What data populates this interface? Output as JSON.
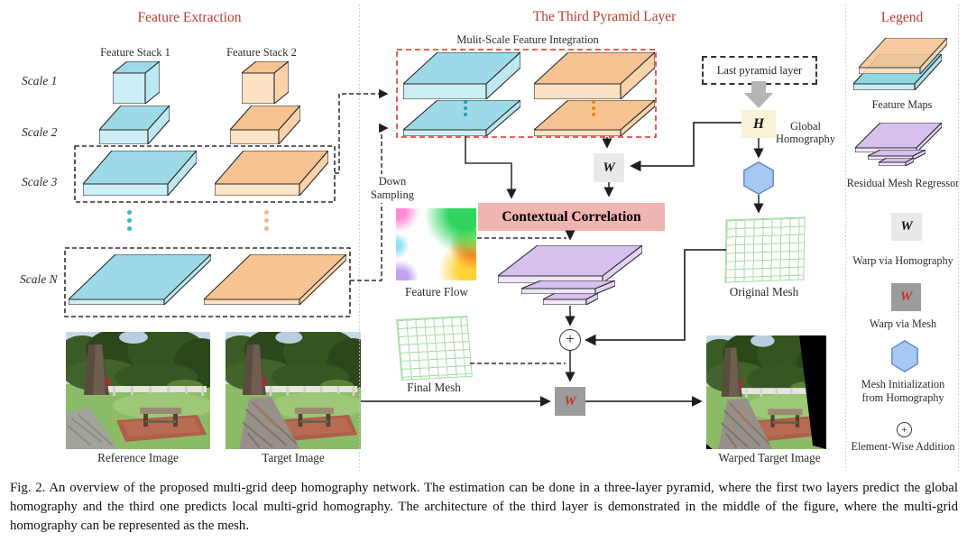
{
  "colors": {
    "accent_red": "#bd3b2a",
    "red_dashed_box": "#e74c3c",
    "correlation_pink": "#efb5b1",
    "h_box_cream": "#fbf3d8",
    "warp_light_gray": "#e9e9e9",
    "warp_dark_gray": "#9c9c9c",
    "warp_mesh_w_red": "#c8331f",
    "hexagon_blue": "#a6c8f1",
    "mesh_green": "#a5dba5",
    "slabs": {
      "blue": {
        "top": "#9ed9e7",
        "front": "#cdeef5",
        "side": "#bde8f1"
      },
      "orange": {
        "top": "#f8c392",
        "front": "#fde3c6",
        "side": "#fbd3aa"
      },
      "purple": {
        "top": "#d5c0ee",
        "front": "#efe6fa",
        "side": "#e2d3f4"
      },
      "cyan": {
        "top": "#8ed8e2",
        "front": "#c8eef2",
        "side": "#ade4ea"
      }
    },
    "dot_teal": "#2a9cb0",
    "dot_orange": "#f0821e"
  },
  "symbols": {
    "warp": "W",
    "homography": "H",
    "plus": "+"
  },
  "feature_extraction": {
    "title": "Feature Extraction",
    "stack1": "Feature Stack 1",
    "stack2": "Feature Stack 2",
    "scales": [
      "Scale 1",
      "Scale 2",
      "Scale 3",
      "Scale N"
    ],
    "reference_label": "Reference Image",
    "target_label": "Target Image"
  },
  "pyramid": {
    "title": "The Third Pyramid Layer",
    "integration": "Mulit-Scale Feature Integration",
    "downsampling": [
      "Down",
      "Sampling"
    ],
    "last_pyramid": "Last pyramid layer",
    "global_homography": [
      "Global",
      "Homography"
    ],
    "correlation": "Contextual Correlation",
    "feature_flow": "Feature Flow",
    "final_mesh": "Final Mesh",
    "original_mesh": "Original Mesh",
    "warped_label": "Warped Target Image"
  },
  "legend": {
    "title": "Legend",
    "feature_maps": "Feature Maps",
    "regressor": "Residual Mesh Regressor",
    "warp_homography": "Warp via Homography",
    "warp_mesh": "Warp via Mesh",
    "mesh_init": [
      "Mesh Initialization",
      "from Homography"
    ],
    "element_wise": "Element-Wise Addition"
  },
  "caption": "Fig. 2.   An overview of the proposed multi-grid deep homography network. The estimation can be done in a three-layer pyramid, where the first two layers predict the global homography and the third one predicts local multi-grid homography. The architecture of the third layer is demonstrated in the middle of the figure, where the multi-grid homography can be represented as the mesh."
}
